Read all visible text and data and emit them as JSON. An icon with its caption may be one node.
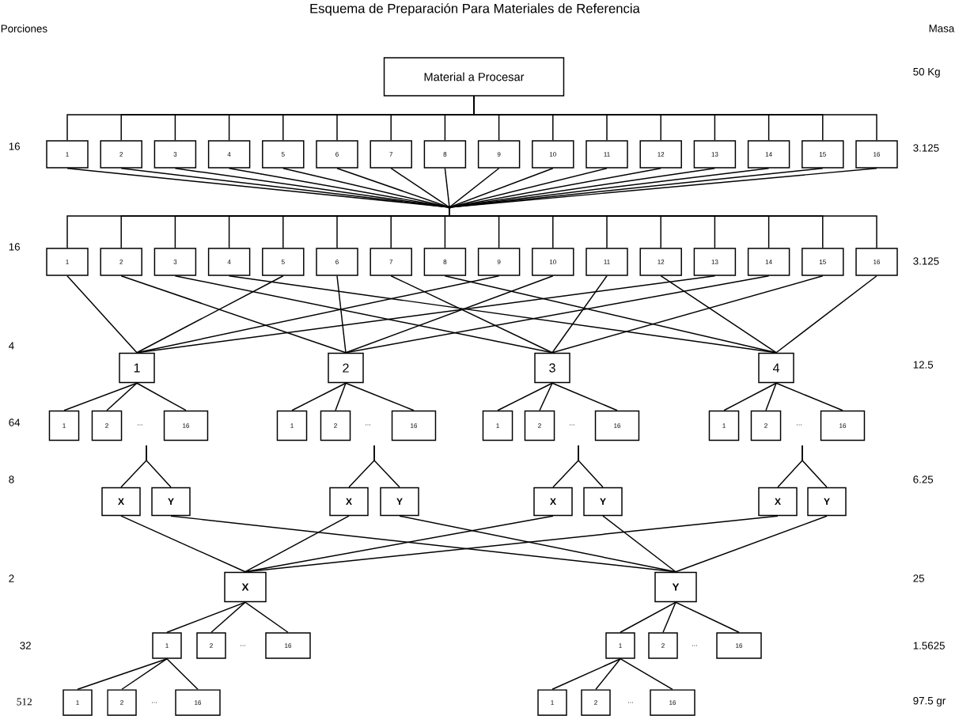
{
  "diagram": {
    "title": "Esquema de Preparación Para Materiales de Referencia",
    "nodes": [
      {
        "text": [
          "Material a Procesar"
        ]
      },
      {
        "text": [
          "1"
        ]
      },
      {
        "text": [
          "2"
        ]
      },
      {
        "text": [
          "3"
        ]
      },
      {
        "text": [
          "4"
        ]
      },
      {
        "text": [
          "5"
        ]
      },
      {
        "text": [
          "6"
        ]
      },
      {
        "text": [
          "7"
        ]
      },
      {
        "text": [
          "8"
        ]
      },
      {
        "text": [
          "9"
        ]
      },
      {
        "text": [
          "10"
        ]
      },
      {
        "text": [
          "11"
        ]
      },
      {
        "text": [
          "12"
        ]
      },
      {
        "text": [
          "13"
        ]
      },
      {
        "text": [
          "14"
        ]
      },
      {
        "text": [
          "15"
        ]
      },
      {
        "text": [
          "16"
        ]
      },
      {
        "text": [],
        "shape": "point"
      },
      {
        "text": [
          "1"
        ]
      },
      {
        "text": [
          "2"
        ]
      },
      {
        "text": [
          "3"
        ]
      },
      {
        "text": [
          "4"
        ]
      },
      {
        "text": [
          "5"
        ]
      },
      {
        "text": [
          "6"
        ]
      },
      {
        "text": [
          "7"
        ]
      },
      {
        "text": [
          "8"
        ]
      },
      {
        "text": [
          "9"
        ]
      },
      {
        "text": [
          "10"
        ]
      },
      {
        "text": [
          "11"
        ]
      },
      {
        "text": [
          "12"
        ]
      },
      {
        "text": [
          "13"
        ]
      },
      {
        "text": [
          "14"
        ]
      },
      {
        "text": [
          "15"
        ]
      },
      {
        "text": [
          "16"
        ]
      },
      {
        "text": [
          "1"
        ]
      },
      {
        "text": [
          "2"
        ]
      },
      {
        "text": [
          "3"
        ]
      },
      {
        "text": [
          "4"
        ]
      },
      {
        "text": [
          "1"
        ]
      },
      {
        "text": [
          "2"
        ]
      },
      {
        "text": [
          "16"
        ]
      },
      {
        "text": [
          "1"
        ]
      },
      {
        "text": [
          "2"
        ]
      },
      {
        "text": [
          "16"
        ]
      },
      {
        "text": [
          "1"
        ]
      },
      {
        "text": [
          "2"
        ]
      },
      {
        "text": [
          "16"
        ]
      },
      {
        "text": [
          "1"
        ]
      },
      {
        "text": [
          "2"
        ]
      },
      {
        "text": [
          "16"
        ]
      },
      {
        "text": [
          "X"
        ]
      },
      {
        "text": [
          "Y"
        ]
      },
      {
        "text": [
          "X"
        ]
      },
      {
        "text": [
          "Y"
        ]
      },
      {
        "text": [
          "X"
        ]
      },
      {
        "text": [
          "Y"
        ]
      },
      {
        "text": [
          "X"
        ]
      },
      {
        "text": [
          "Y"
        ]
      },
      {
        "text": [
          "X"
        ]
      },
      {
        "text": [
          "Y"
        ]
      },
      {
        "text": [
          "1"
        ]
      },
      {
        "text": [
          "2"
        ]
      },
      {
        "text": [
          "16"
        ]
      },
      {
        "text": [
          "1"
        ]
      },
      {
        "text": [
          "2"
        ]
      },
      {
        "text": [
          "16"
        ]
      },
      {
        "text": [
          "1"
        ]
      },
      {
        "text": [
          "2"
        ]
      },
      {
        "text": [
          "16"
        ]
      },
      {
        "text": [
          "1"
        ]
      },
      {
        "text": [
          "2"
        ]
      },
      {
        "text": [
          "16"
        ]
      }
    ],
    "edges": [
      {
        "from": 0,
        "to": 1,
        "arrow": "none"
      },
      {
        "from": 0,
        "to": 2,
        "arrow": "none"
      },
      {
        "from": 0,
        "to": 3,
        "arrow": "none"
      },
      {
        "from": 0,
        "to": 4,
        "arrow": "none"
      },
      {
        "from": 0,
        "to": 5,
        "arrow": "none"
      },
      {
        "from": 0,
        "to": 6,
        "arrow": "none"
      },
      {
        "from": 0,
        "to": 7,
        "arrow": "none"
      },
      {
        "from": 0,
        "to": 8,
        "arrow": "none"
      },
      {
        "from": 0,
        "to": 9,
        "arrow": "none"
      },
      {
        "from": 0,
        "to": 10,
        "arrow": "none"
      },
      {
        "from": 0,
        "to": 11,
        "arrow": "none"
      },
      {
        "from": 0,
        "to": 12,
        "arrow": "none"
      },
      {
        "from": 0,
        "to": 13,
        "arrow": "none"
      },
      {
        "from": 0,
        "to": 14,
        "arrow": "none"
      },
      {
        "from": 0,
        "to": 15,
        "arrow": "none"
      },
      {
        "from": 0,
        "to": 16,
        "arrow": "none"
      },
      {
        "from": 1,
        "to": 17,
        "arrow": "none"
      },
      {
        "from": 2,
        "to": 17,
        "arrow": "none"
      },
      {
        "from": 3,
        "to": 17,
        "arrow": "none"
      },
      {
        "from": 4,
        "to": 17,
        "arrow": "none"
      },
      {
        "from": 5,
        "to": 17,
        "arrow": "none"
      },
      {
        "from": 6,
        "to": 17,
        "arrow": "none"
      },
      {
        "from": 7,
        "to": 17,
        "arrow": "none"
      },
      {
        "from": 8,
        "to": 17,
        "arrow": "none"
      },
      {
        "from": 9,
        "to": 17,
        "arrow": "none"
      },
      {
        "from": 10,
        "to": 17,
        "arrow": "none"
      },
      {
        "from": 11,
        "to": 17,
        "arrow": "none"
      },
      {
        "from": 12,
        "to": 17,
        "arrow": "none"
      },
      {
        "from": 13,
        "to": 17,
        "arrow": "none"
      },
      {
        "from": 14,
        "to": 17,
        "arrow": "none"
      },
      {
        "from": 15,
        "to": 17,
        "arrow": "none"
      },
      {
        "from": 16,
        "to": 17,
        "arrow": "none"
      },
      {
        "from": 17,
        "to": 18,
        "arrow": "none"
      },
      {
        "from": 17,
        "to": 19,
        "arrow": "none"
      },
      {
        "from": 17,
        "to": 20,
        "arrow": "none"
      },
      {
        "from": 17,
        "to": 21,
        "arrow": "none"
      },
      {
        "from": 17,
        "to": 22,
        "arrow": "none"
      },
      {
        "from": 17,
        "to": 23,
        "arrow": "none"
      },
      {
        "from": 17,
        "to": 24,
        "arrow": "none"
      },
      {
        "from": 17,
        "to": 25,
        "arrow": "none"
      },
      {
        "from": 17,
        "to": 26,
        "arrow": "none"
      },
      {
        "from": 17,
        "to": 27,
        "arrow": "none"
      },
      {
        "from": 17,
        "to": 28,
        "arrow": "none"
      },
      {
        "from": 17,
        "to": 29,
        "arrow": "none"
      },
      {
        "from": 17,
        "to": 30,
        "arrow": "none"
      },
      {
        "from": 17,
        "to": 31,
        "arrow": "none"
      },
      {
        "from": 17,
        "to": 32,
        "arrow": "none"
      },
      {
        "from": 17,
        "to": 33,
        "arrow": "none"
      },
      {
        "from": 18,
        "to": 34,
        "arrow": "none"
      },
      {
        "from": 19,
        "to": 35,
        "arrow": "none"
      },
      {
        "from": 20,
        "to": 36,
        "arrow": "none"
      },
      {
        "from": 21,
        "to": 37,
        "arrow": "none"
      },
      {
        "from": 22,
        "to": 34,
        "arrow": "none"
      },
      {
        "from": 23,
        "to": 35,
        "arrow": "none"
      },
      {
        "from": 24,
        "to": 36,
        "arrow": "none"
      },
      {
        "from": 25,
        "to": 37,
        "arrow": "none"
      },
      {
        "from": 26,
        "to": 34,
        "arrow": "none"
      },
      {
        "from": 27,
        "to": 35,
        "arrow": "none"
      },
      {
        "from": 28,
        "to": 36,
        "arrow": "none"
      },
      {
        "from": 29,
        "to": 37,
        "arrow": "none"
      },
      {
        "from": 30,
        "to": 34,
        "arrow": "none"
      },
      {
        "from": 31,
        "to": 35,
        "arrow": "none"
      },
      {
        "from": 32,
        "to": 36,
        "arrow": "none"
      },
      {
        "from": 33,
        "to": 37,
        "arrow": "none"
      },
      {
        "from": 34,
        "to": 38,
        "arrow": "none"
      },
      {
        "from": 34,
        "to": 39,
        "arrow": "none"
      },
      {
        "from": 34,
        "to": 40,
        "arrow": "none"
      },
      {
        "from": 35,
        "to": 41,
        "arrow": "none"
      },
      {
        "from": 35,
        "to": 42,
        "arrow": "none"
      },
      {
        "from": 35,
        "to": 43,
        "arrow": "none"
      },
      {
        "from": 36,
        "to": 44,
        "arrow": "none"
      },
      {
        "from": 36,
        "to": 45,
        "arrow": "none"
      },
      {
        "from": 36,
        "to": 46,
        "arrow": "none"
      },
      {
        "from": 37,
        "to": 47,
        "arrow": "none"
      },
      {
        "from": 37,
        "to": 48,
        "arrow": "none"
      },
      {
        "from": 37,
        "to": 49,
        "arrow": "none"
      },
      {
        "from": null,
        "to": 50,
        "arrow": "none"
      },
      {
        "from": null,
        "to": 51,
        "arrow": "none"
      },
      {
        "from": null,
        "to": 52,
        "arrow": "none"
      },
      {
        "from": null,
        "to": 53,
        "arrow": "none"
      },
      {
        "from": null,
        "to": 54,
        "arrow": "none"
      },
      {
        "from": null,
        "to": 55,
        "arrow": "none"
      },
      {
        "from": null,
        "to": 56,
        "arrow": "none"
      },
      {
        "from": null,
        "to": 57,
        "arrow": "none"
      },
      {
        "from": 50,
        "to": 58,
        "arrow": "none"
      },
      {
        "from": 51,
        "to": 59,
        "arrow": "none"
      },
      {
        "from": 52,
        "to": 58,
        "arrow": "none"
      },
      {
        "from": 53,
        "to": 59,
        "arrow": "none"
      },
      {
        "from": 54,
        "to": 58,
        "arrow": "none"
      },
      {
        "from": 55,
        "to": 59,
        "arrow": "none"
      },
      {
        "from": 56,
        "to": 58,
        "arrow": "none"
      },
      {
        "from": 57,
        "to": 59,
        "arrow": "none"
      },
      {
        "from": 58,
        "to": 60,
        "arrow": "none"
      },
      {
        "from": 58,
        "to": 61,
        "arrow": "none"
      },
      {
        "from": 58,
        "to": 62,
        "arrow": "none"
      },
      {
        "from": 60,
        "to": 63,
        "arrow": "none"
      },
      {
        "from": 60,
        "to": 64,
        "arrow": "none"
      },
      {
        "from": 60,
        "to": 65,
        "arrow": "none"
      },
      {
        "from": 59,
        "to": 66,
        "arrow": "none"
      },
      {
        "from": 59,
        "to": 67,
        "arrow": "none"
      },
      {
        "from": 59,
        "to": 68,
        "arrow": "none"
      },
      {
        "from": 66,
        "to": 69,
        "arrow": "none"
      },
      {
        "from": 66,
        "to": 70,
        "arrow": "none"
      },
      {
        "from": 66,
        "to": 71,
        "arrow": "none"
      }
    ],
    "labels": [
      "Porciones",
      "Masa",
      "50 Kg",
      "16",
      "3.125",
      "16",
      "3.125",
      "4",
      "12.5",
      "64",
      "…",
      "…",
      "…",
      "…",
      "8",
      "6.25",
      "2",
      "25",
      "32",
      "…",
      "…",
      "1.5625",
      "512",
      "…",
      "…",
      "97.5 gr"
    ]
  }
}
